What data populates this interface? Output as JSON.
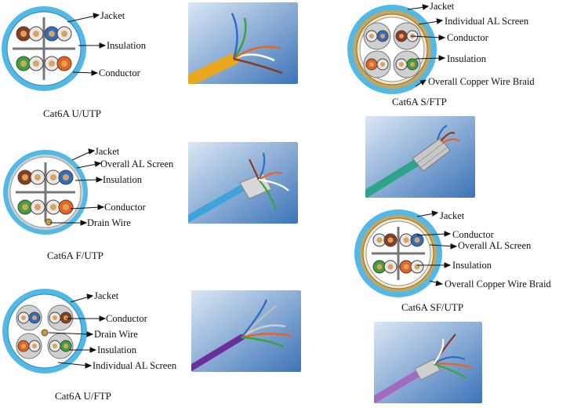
{
  "colors": {
    "jacket": "#52b8e6",
    "jacket_dark": "#2a86b4",
    "screen": "#cfcfcf",
    "braid": "#c7a55c",
    "pair_blue": "#2f6cc4",
    "pair_orange": "#e8641e",
    "pair_green": "#3aa33a",
    "pair_brown": "#8a3c1e"
  },
  "diagrams": [
    {
      "caption": "Cat6A U/UTP",
      "labels": [
        "Jacket",
        "Insulation",
        "Conductor"
      ],
      "photo_icon": "yellow-cable-photo"
    },
    {
      "caption": "Cat6A F/UTP",
      "labels": [
        "Jacket",
        "Overall AL Screen",
        "Insulation",
        "Conductor",
        "Drain Wire"
      ],
      "photo_icon": "blue-cable-photo"
    },
    {
      "caption": "Cat6A U/FTP",
      "labels": [
        "Jacket",
        "Conductor",
        "Drain Wire",
        "Insulation",
        "Individual AL Screen"
      ],
      "photo_icon": "purple-cable-photo"
    },
    {
      "caption": "Cat6A S/FTP",
      "labels": [
        "Jacket",
        "Individual AL Screen",
        "Conductor",
        "Insulation",
        "Overall Copper Wire Braid"
      ],
      "photo_icon": "green-cable-photo"
    },
    {
      "caption": "Cat6A SF/UTP",
      "labels": [
        "Jacket",
        "Conductor",
        "Overall AL Screen",
        "Insulation",
        "Overall Copper Wire Braid"
      ],
      "photo_icon": "violet-cable-photo"
    }
  ]
}
